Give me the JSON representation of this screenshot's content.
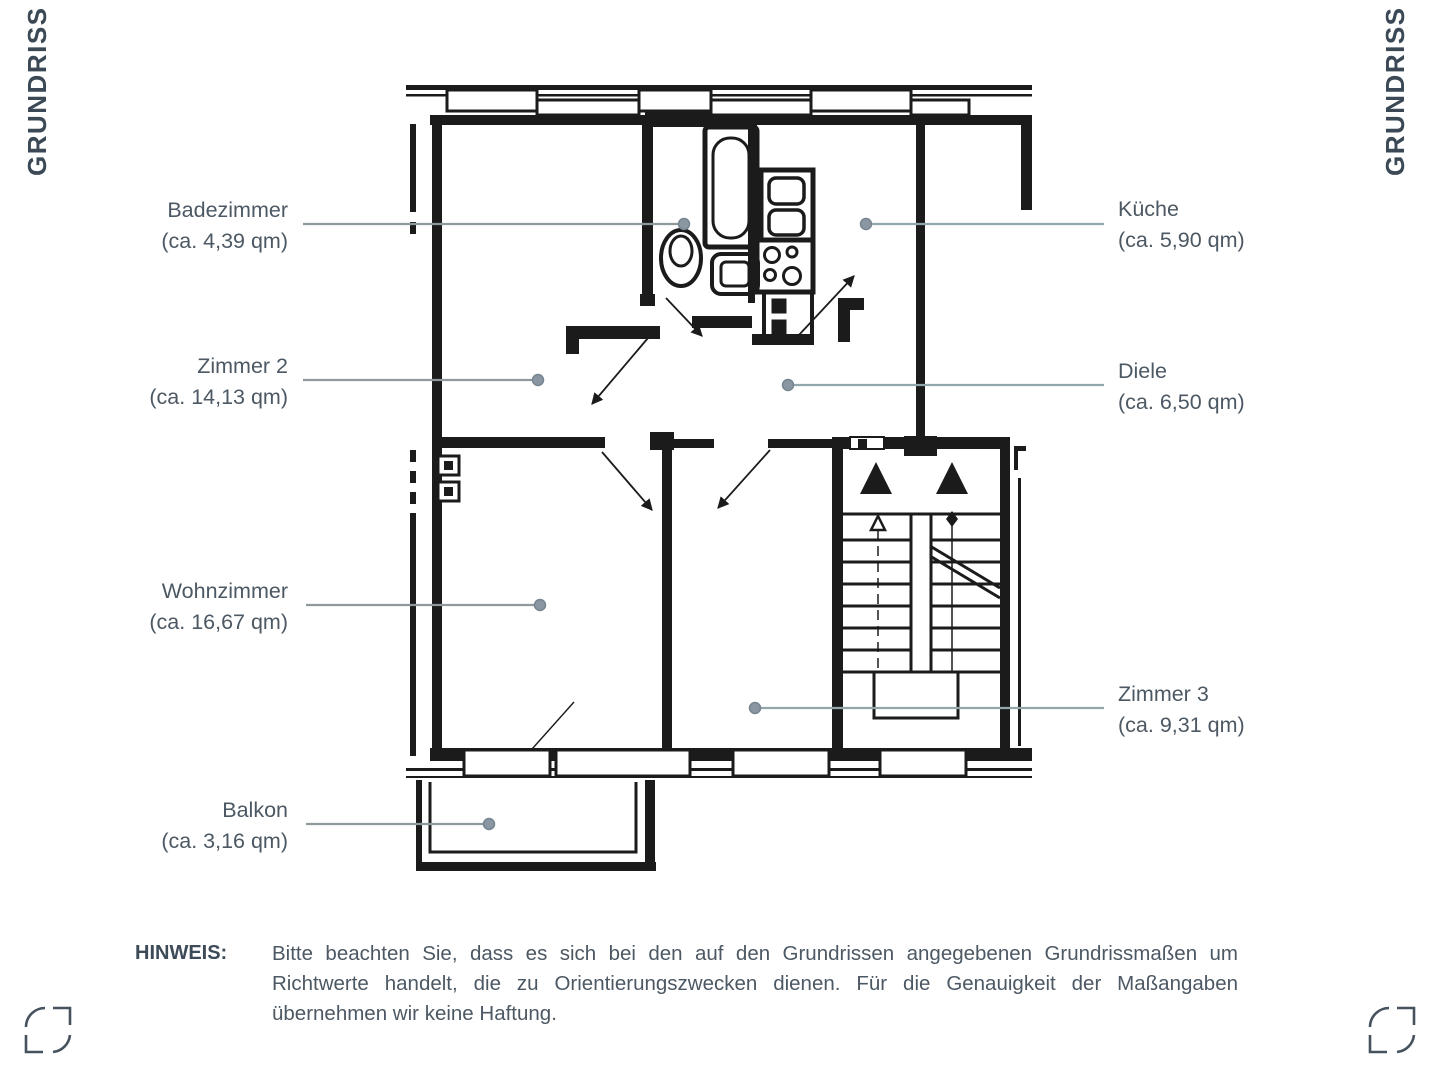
{
  "watermark": "GRUNDRISS",
  "rooms": [
    {
      "name": "Badezimmer",
      "area": "(ca. 4,39 qm)",
      "side": "left"
    },
    {
      "name": "Zimmer 2",
      "area": "(ca. 14,13 qm)",
      "side": "left"
    },
    {
      "name": "Wohnzimmer",
      "area": "(ca. 16,67 qm)",
      "side": "left"
    },
    {
      "name": "Balkon",
      "area": "(ca. 3,16 qm)",
      "side": "left"
    },
    {
      "name": "Küche",
      "area": "(ca. 5,90 qm)",
      "side": "right"
    },
    {
      "name": "Diele",
      "area": "(ca. 6,50 qm)",
      "side": "right"
    },
    {
      "name": "Zimmer 3",
      "area": "(ca. 9,31 qm)",
      "side": "right"
    }
  ],
  "note": {
    "label": "HINWEIS:",
    "lines": [
      "Bitte beachten Sie, dass es sich bei den auf den Grundrissen angegebenen Grundrissmaßen um",
      "Richtwerte handelt, die zu Orientierungszwecken dienen. Für die Genauigkeit der Maßangaben",
      "übernehmen wir keine Haftung."
    ]
  },
  "icons": {
    "corner_bracket": "corner-bracket-icon"
  },
  "colors": {
    "heading_text": "#3b4855",
    "label_text": "#4c5863",
    "plan_ink": "#1b1b1b",
    "leader_left": "#8f989d",
    "leader_right": "#92a7ab",
    "leader_dot": "#8a97a3"
  }
}
